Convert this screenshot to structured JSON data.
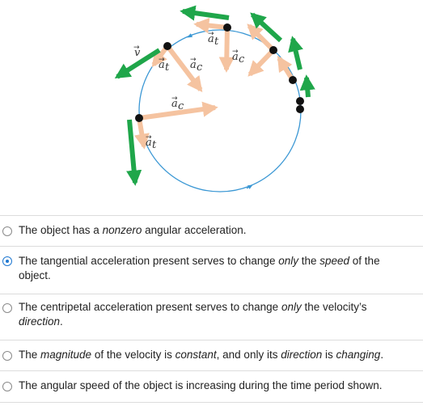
{
  "figure": {
    "labels": {
      "velocity": "v",
      "tangential": "a",
      "tangential_sub": "t",
      "centripetal": "a",
      "centripetal_sub": "c"
    },
    "colors": {
      "circle": "#3a97d4",
      "velocity_arrow": "#1fa64a",
      "acceleration_arrow": "#f5c3a0",
      "particle": "#111111"
    }
  },
  "options": [
    {
      "id": "opt1",
      "selected": false,
      "parts": [
        {
          "t": "The object has a ",
          "em": false
        },
        {
          "t": "nonzero",
          "em": true
        },
        {
          "t": " angular acceleration.",
          "em": false
        }
      ]
    },
    {
      "id": "opt2",
      "selected": true,
      "parts": [
        {
          "t": "The tangential acceleration present serves to change ",
          "em": false
        },
        {
          "t": "only",
          "em": true
        },
        {
          "t": " the ",
          "em": false
        },
        {
          "t": "speed",
          "em": true
        },
        {
          "t": " of the object.",
          "em": false
        }
      ]
    },
    {
      "id": "opt3",
      "selected": false,
      "parts": [
        {
          "t": "The centripetal acceleration present serves to change ",
          "em": false
        },
        {
          "t": "only",
          "em": true
        },
        {
          "t": " the velocity’s ",
          "em": false
        },
        {
          "t": "direction",
          "em": true
        },
        {
          "t": ".",
          "em": false
        }
      ]
    },
    {
      "id": "opt4",
      "selected": false,
      "parts": [
        {
          "t": "The ",
          "em": false
        },
        {
          "t": "magnitude",
          "em": true
        },
        {
          "t": " of the velocity is ",
          "em": false
        },
        {
          "t": "constant",
          "em": true
        },
        {
          "t": ", and only its ",
          "em": false
        },
        {
          "t": "direction",
          "em": true
        },
        {
          "t": " is ",
          "em": false
        },
        {
          "t": "changing",
          "em": true
        },
        {
          "t": ".",
          "em": false
        }
      ]
    },
    {
      "id": "opt5",
      "selected": false,
      "parts": [
        {
          "t": "The angular speed of the object is increasing during the time period shown.",
          "em": false
        }
      ]
    }
  ]
}
